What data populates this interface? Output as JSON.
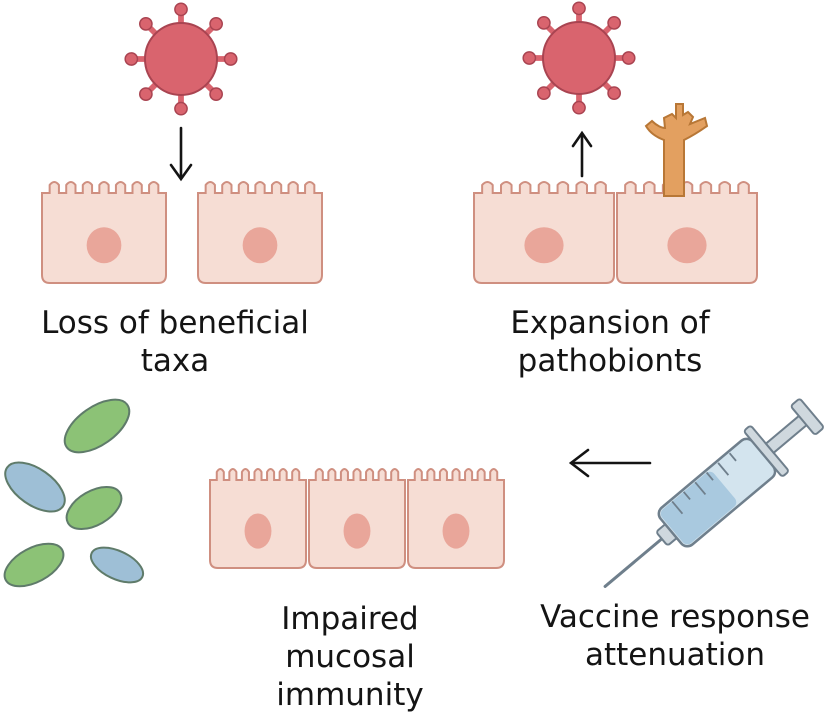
{
  "panels": {
    "loss": {
      "line1": "Loss of beneficial",
      "line2": "taxa"
    },
    "expansion": {
      "line1": "Expansion of",
      "line2": "pathobionts"
    },
    "impaired": {
      "line1": "Impaired",
      "line2": "mucosal",
      "line3": "immunity"
    },
    "vaccine": {
      "line1": "Vaccine response",
      "line2": "attenuation"
    }
  },
  "colors": {
    "cell_fill": "#f6ddd4",
    "cell_stroke": "#cf8f80",
    "nucleus": "#e9a69a",
    "virus": "#d9646e",
    "virus_stroke": "#a94451",
    "pathobiont": "#e3a060",
    "bacteria_green": "#8cc276",
    "bacteria_blue": "#9ebfd6",
    "syringe_barrel": "#d3e4ee",
    "syringe_liquid": "#a9c9df",
    "syringe_stroke": "#6f7f8c",
    "arrow": "#141414"
  },
  "icons": [
    "virus-icon",
    "down-arrow-icon",
    "up-arrow-icon",
    "pathobiont-icon",
    "bacteria-icon",
    "syringe-icon",
    "left-arrow-icon",
    "epithelial-cell-icon"
  ]
}
